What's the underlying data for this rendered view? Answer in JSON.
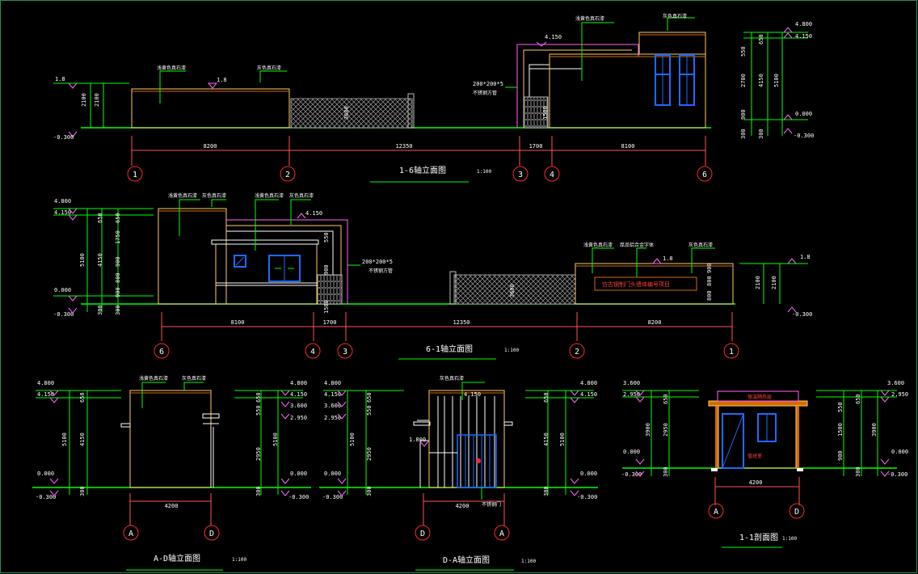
{
  "drawings": {
    "d1": {
      "title": "1-6轴立面图",
      "scale": "1:100",
      "axes": [
        "1",
        "2",
        "3",
        "4",
        "6"
      ],
      "dims": [
        "8200",
        "12350",
        "1700",
        "8100"
      ],
      "levels": [
        "1.8",
        "-0.300",
        "4.150",
        "4.800",
        "4.150",
        "0.000",
        "-0.300"
      ],
      "vdims": [
        "2100",
        "2100",
        "550",
        "650",
        "2700",
        "4150",
        "5100",
        "900",
        "300",
        "300"
      ],
      "gate_h": "3600",
      "post_h": "1500",
      "notes": [
        "浅黄色真石漆",
        "灰色真石漆",
        "浅黄色真石漆",
        "灰色真石漆"
      ],
      "steel": [
        "200*200*5",
        "不锈钢方管"
      ],
      "mid_level": "1.8"
    },
    "d2": {
      "title": "6-1轴立面图",
      "scale": "1:100",
      "axes": [
        "6",
        "4",
        "3",
        "2",
        "1"
      ],
      "dims": [
        "8100",
        "1700",
        "12350",
        "8200"
      ],
      "levels": [
        "4.800",
        "4.150",
        "0.000",
        "-0.300",
        "1.8",
        "-0.300"
      ],
      "vdims": [
        "650",
        "1750",
        "550",
        "650",
        "900",
        "800",
        "900",
        "4150",
        "5100",
        "300",
        "300",
        "2100",
        "2100",
        "800",
        "800",
        "900"
      ],
      "gate_h": "3600",
      "post_h": "1500",
      "notes": [
        "浅黄色真石漆",
        "灰色真石漆",
        "浅黄色真石漆",
        "灰色真石漆",
        "浅黄色真石漆",
        "厚品铝合金字体",
        "灰色真石漆"
      ],
      "steel": [
        "200*200*5",
        "不锈钢方管"
      ],
      "wall_label": "仿古钢制门头墙体编号项目",
      "mid_level": "1.8",
      "top_level": "4.150"
    },
    "d3": {
      "title": "A-D轴立面图",
      "scale": "1:100",
      "axes": [
        "A",
        "D"
      ],
      "width": "4200",
      "levels_l": [
        "4.800",
        "4.150",
        "0.000",
        "-0.300"
      ],
      "levels_r": [
        "4.800",
        "4.150",
        "3.600",
        "2.950",
        "0.000",
        "-0.300"
      ],
      "vdims": [
        "650",
        "4150",
        "5100",
        "300",
        "550",
        "650",
        "2950",
        "5100",
        "300"
      ],
      "notes": [
        "浅黄色真石漆",
        "灰色真石漆"
      ]
    },
    "d4": {
      "title": "D-A轴立面图",
      "scale": "1:100",
      "axes": [
        "D",
        "A"
      ],
      "width": "4200",
      "levels_l": [
        "4.800",
        "4.150",
        "3.600",
        "2.950",
        "0.000",
        "-0.300"
      ],
      "levels_r": [
        "4.800",
        "4.150",
        "0.000",
        "-0.300"
      ],
      "vdims": [
        "550",
        "650",
        "2950",
        "5100",
        "300",
        "650",
        "4150",
        "5100",
        "300"
      ],
      "notes": [
        "灰色真石漆"
      ],
      "level_in": "4.150",
      "level_side": "1.800",
      "gate_label": "不锈钢门"
    },
    "d5": {
      "title": "1-1剖面图",
      "scale": "1:100",
      "axes": [
        "A",
        "D"
      ],
      "width": "4200",
      "levels_l": [
        "3.600",
        "2.950",
        "0.000",
        "-0.300"
      ],
      "levels_r": [
        "3.600",
        "2.950",
        "0.000",
        "-0.300"
      ],
      "vdims": [
        "650",
        "2950",
        "3900",
        "300",
        "550",
        "650",
        "1500",
        "900",
        "3900",
        "300"
      ],
      "roof_note": "保温隔热层",
      "room_label": "值班室"
    }
  },
  "colors": {
    "ground": "#00ff00",
    "dim": "#ff5555",
    "wall": "#ffff66",
    "window": "#1e6bff",
    "fill": "#d46b00",
    "gate": "#aaaaaa",
    "text": "#ffffff",
    "axis": "#ff2a2a",
    "leader": "#00ff00",
    "level": "#ff66ff"
  }
}
